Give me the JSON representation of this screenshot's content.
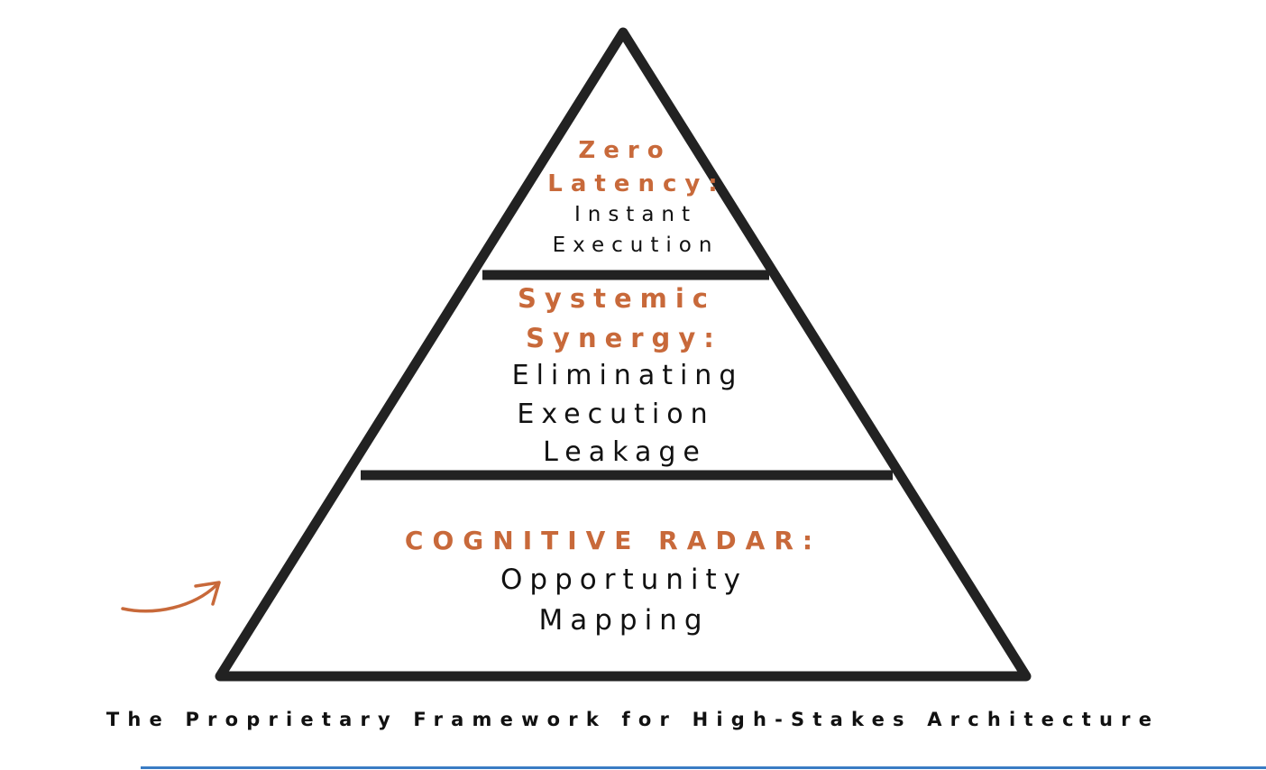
{
  "colors": {
    "outline": "#222222",
    "accent": "#c8693a",
    "text": "#111111",
    "rule": "#3a7cc4"
  },
  "tiers": {
    "top": {
      "heading_lines": [
        "Zero",
        "Latency:"
      ],
      "desc_lines": [
        "Instant",
        "Execution"
      ]
    },
    "middle": {
      "heading_lines": [
        "Systemic",
        "Synergy:"
      ],
      "desc_lines": [
        "Eliminating",
        "Execution",
        "Leakage"
      ]
    },
    "bottom": {
      "heading_lines": [
        "COGNITIVE RADAR:"
      ],
      "desc_lines": [
        "Opportunity",
        "Mapping"
      ]
    }
  },
  "caption": "The Proprietary Framework for High-Stakes Architecture",
  "pointer": {
    "icon": "curved-arrow-icon"
  }
}
